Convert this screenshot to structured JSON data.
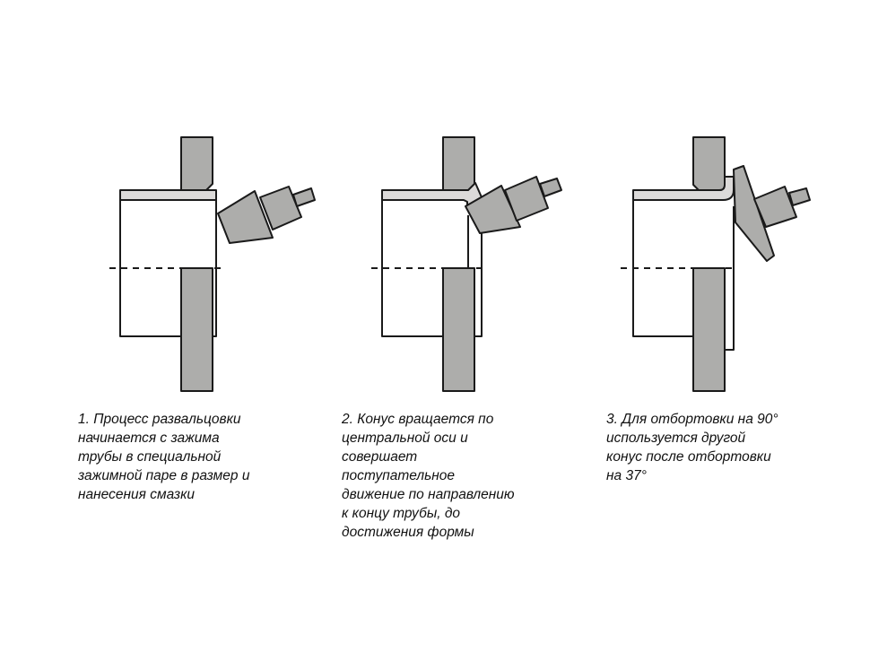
{
  "colors": {
    "part_fill": "#adadab",
    "tube_fill": "#dcdad9",
    "stroke": "#1a1a1a"
  },
  "steps": [
    {
      "caption": "1. Процесс развальцовки\nначинается с зажима\nтрубы в специальной\nзажимной паре в размер и\nнанесения смазки"
    },
    {
      "caption": "2. Конус вращается по\nцентральной оси и\nсовершает\nпоступательное\nдвижение по направлению\nк концу трубы, до\nдостижения формы"
    },
    {
      "caption": "3. Для отбортовки на 90°\nиспользуется другой\nконус после отбортовки\nна 37°"
    }
  ]
}
